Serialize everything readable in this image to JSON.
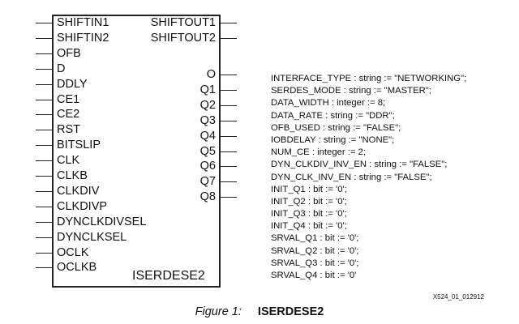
{
  "diagram": {
    "block_name": "ISERDESE2",
    "left_pins": [
      "SHIFTIN1",
      "SHIFTIN2",
      "OFB",
      "D",
      "DDLY",
      "CE1",
      "CE2",
      "RST",
      "BITSLIP",
      "CLK",
      "CLKB",
      "CLKDIV",
      "CLKDIVP",
      "DYNCLKDIVSEL",
      "DYNCLKSEL",
      "OCLK",
      "OCLKB"
    ],
    "right_pins_top": [
      "SHIFTOUT1",
      "SHIFTOUT2"
    ],
    "right_pins_outputs": [
      "O",
      "Q1",
      "Q2",
      "Q3",
      "Q4",
      "Q5",
      "Q6",
      "Q7",
      "Q8"
    ]
  },
  "attributes": [
    "INTERFACE_TYPE : string := \"NETWORKING\";",
    "SERDES_MODE : string := \"MASTER\";",
    "DATA_WIDTH : integer := 8;",
    "DATA_RATE : string := \"DDR\";",
    "OFB_USED : string := \"FALSE\";",
    "IOBDELAY : string := \"NONE\";",
    "NUM_CE : integer := 2;",
    "DYN_CLKDIV_INV_EN : string := \"FALSE\";",
    "DYN_CLK_INV_EN : string := \"FALSE\";",
    "INIT_Q1 : bit := '0';",
    "INIT_Q2 : bit := '0';",
    "INIT_Q3 : bit := '0';",
    "INIT_Q4 : bit := '0';",
    "SRVAL_Q1 : bit := '0';",
    "SRVAL_Q2 : bit := '0';",
    "SRVAL_Q3 : bit := '0';",
    "SRVAL_Q4 : bit := '0'"
  ],
  "figure_id": "X524_01_012912",
  "caption": {
    "figure_label": "Figure 1:",
    "title": "ISERDESE2"
  }
}
